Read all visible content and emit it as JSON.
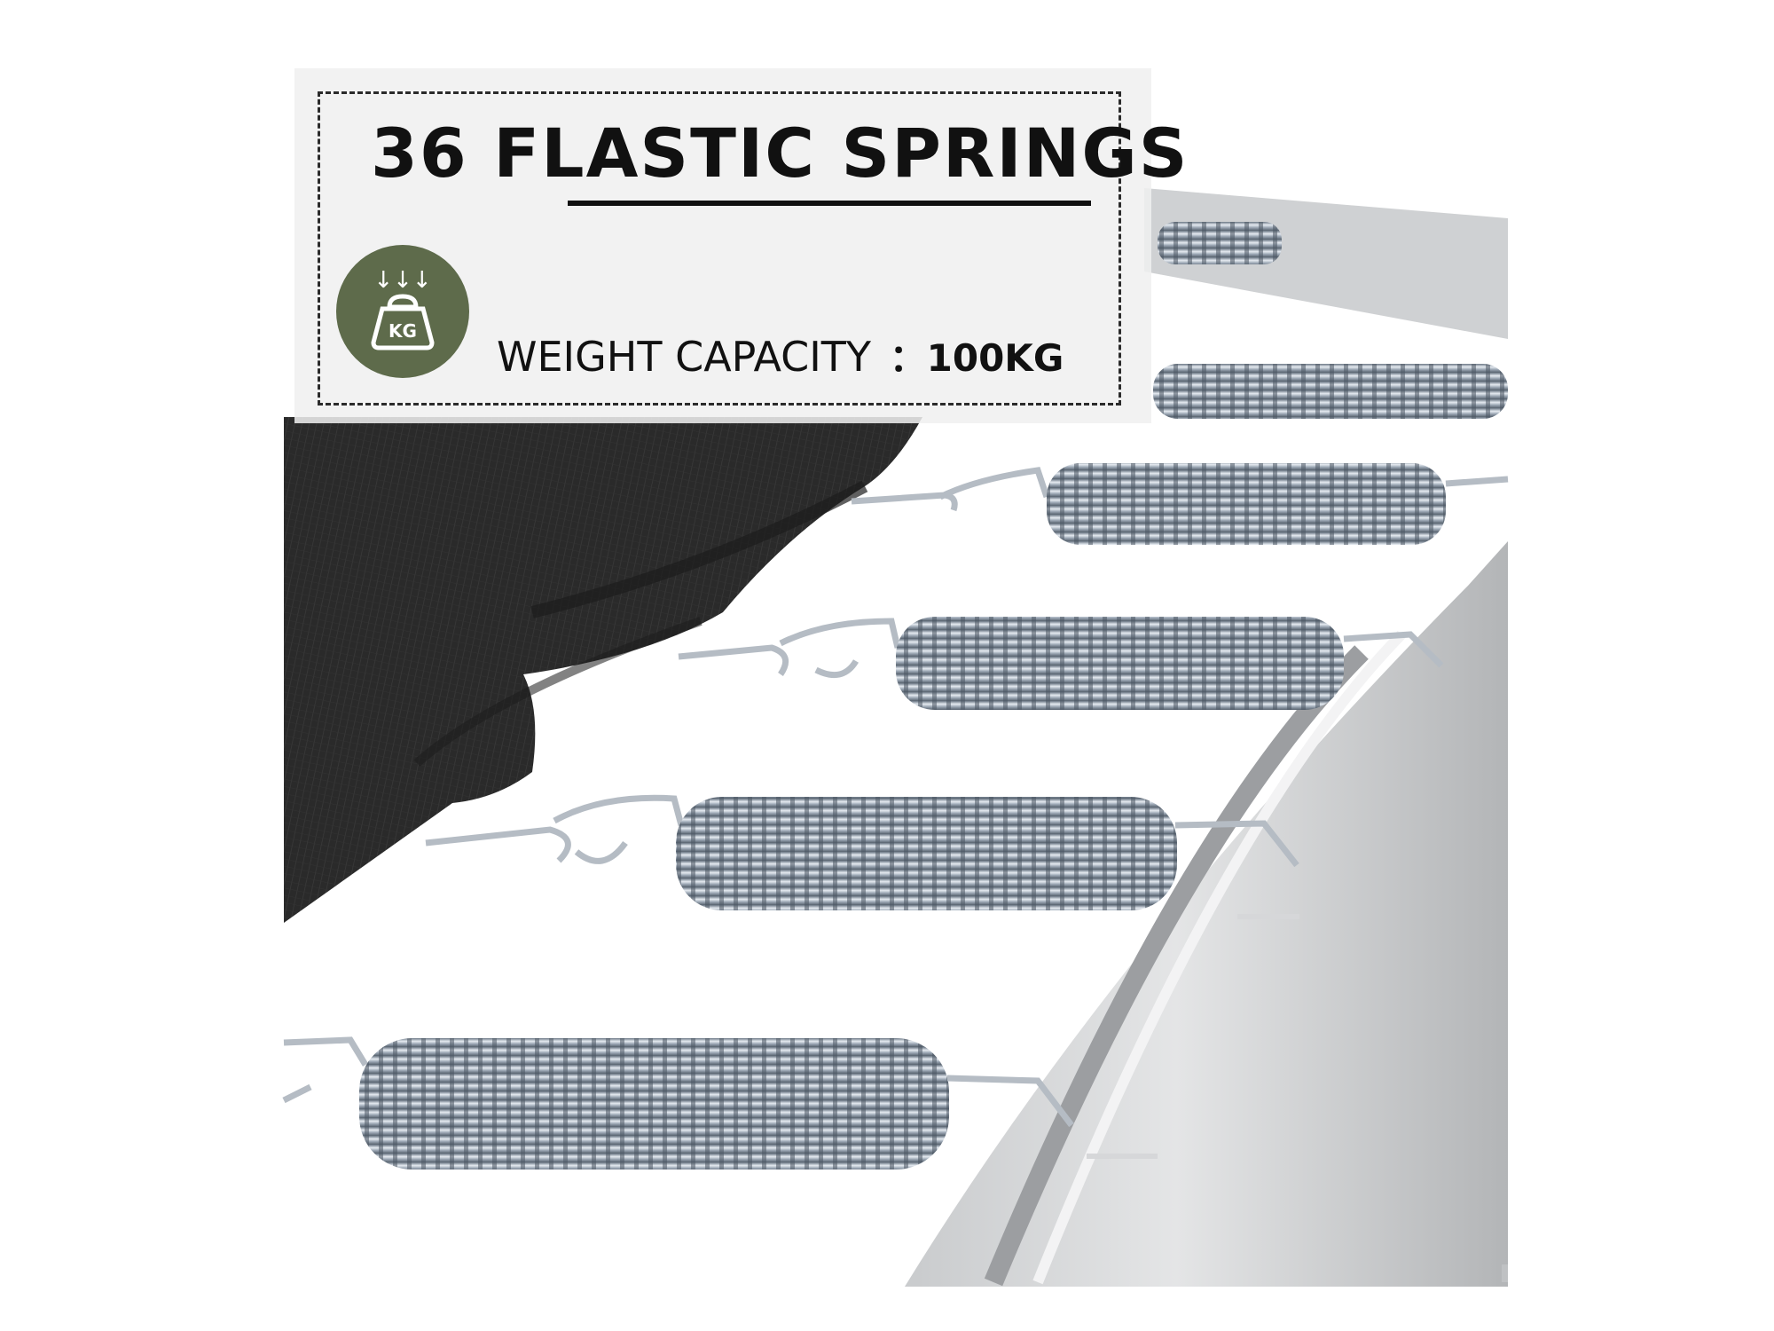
{
  "banner": {
    "title": "36 FLASTIC SPRINGS",
    "capacity_label": "WEIGHT CAPACITY",
    "capacity_value": "：100KG",
    "badge_text": "KG",
    "badge_arrows": "↓↓↓",
    "badge_color": "#5e6b4b"
  },
  "icons": [
    "weight-kg-icon"
  ]
}
